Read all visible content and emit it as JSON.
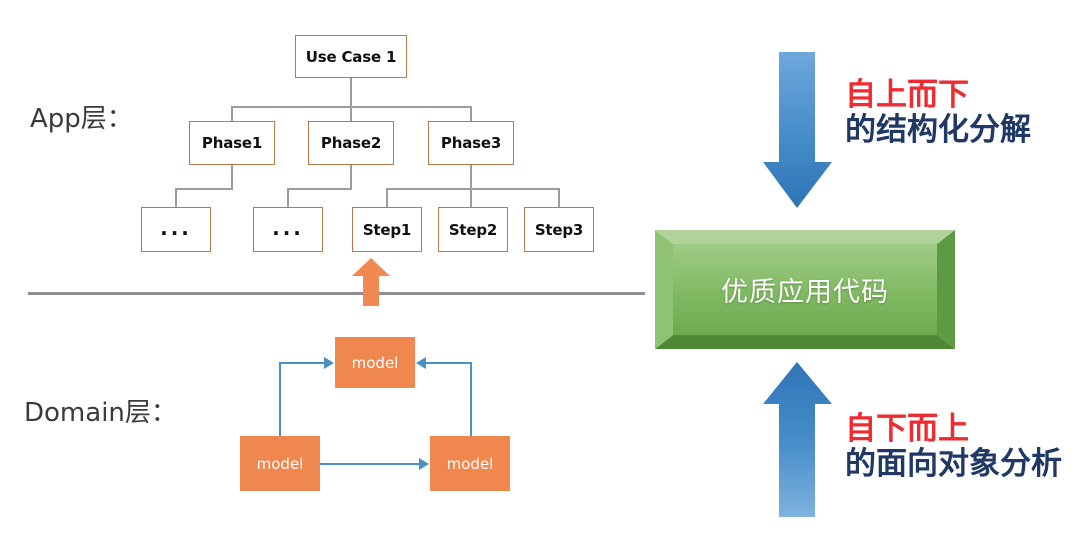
{
  "diagram": {
    "title_labels": {
      "app_layer": "App层：",
      "domain_layer": "Domain层："
    },
    "app_tree": {
      "root": {
        "label": "Use Case 1"
      },
      "phases": [
        {
          "label": "Phase1"
        },
        {
          "label": "Phase2"
        },
        {
          "label": "Phase3"
        }
      ],
      "steps": [
        {
          "label": "..."
        },
        {
          "label": "..."
        },
        {
          "label": "Step1"
        },
        {
          "label": "Step2"
        },
        {
          "label": "Step3"
        }
      ]
    },
    "domain_models": [
      {
        "label": "model",
        "position": "top"
      },
      {
        "label": "model",
        "position": "bottom-left"
      },
      {
        "label": "model",
        "position": "bottom-right"
      }
    ],
    "result_box": {
      "label": "优质应用代码"
    },
    "captions": {
      "top": {
        "line1": "自上而下",
        "line2": "的结构化分解"
      },
      "bottom": {
        "line1": "自下而上",
        "line2": "的面向对象分析"
      }
    },
    "icons": {
      "orange_up_arrow": "arrow-up-icon",
      "blue_down_arrow": "arrow-down-icon",
      "blue_up_arrow": "arrow-up-icon"
    },
    "colors": {
      "box_border_orange": "#C0764A",
      "model_fill_orange": "#F0874F",
      "connector_gray": "#9C9C9C",
      "divider_gray": "#8E8E8E",
      "domain_link_blue": "#4A90C4",
      "big_arrow_blue_light": "#5B9BD5",
      "big_arrow_blue_dark": "#2E75B6",
      "result_green_light": "#9CC881",
      "result_green_dark": "#5E9A43",
      "caption_red": "#EE2B31",
      "caption_navy": "#1F3864",
      "background": "#FFFFFF"
    }
  }
}
